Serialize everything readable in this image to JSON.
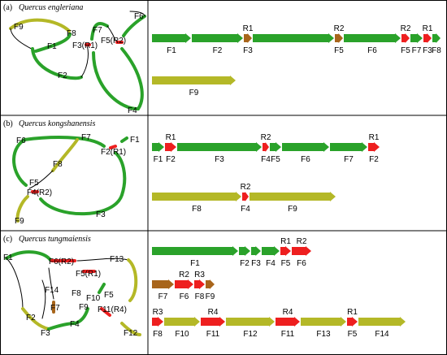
{
  "colors": {
    "green": "#2aa22a",
    "olive": "#b4b827",
    "red": "#ee1f1f",
    "brown": "#a8651b",
    "border": "#000000"
  },
  "panels": [
    {
      "letter": "(a)",
      "species": "Quercus engleriana",
      "graph_labels": [
        "F9",
        "F8",
        "F1",
        "F3(R1)",
        "F7",
        "F5(R2)",
        "F6",
        "F2",
        "F4"
      ],
      "rows": [
        [
          {
            "label": "F1",
            "len": 48,
            "color": "green"
          },
          {
            "label": "F2",
            "len": 63,
            "color": "green"
          },
          {
            "label": "F3",
            "len": 10,
            "color": "brown",
            "above": "R1"
          },
          {
            "label": "",
            "len": 100,
            "color": "green"
          },
          {
            "label": "F5",
            "len": 10,
            "color": "brown",
            "above": "R2"
          },
          {
            "label": "F6",
            "len": 70,
            "color": "green"
          },
          {
            "label": "F5",
            "len": 10,
            "color": "red",
            "above": "R2"
          },
          {
            "label": "F7",
            "len": 15,
            "color": "green"
          },
          {
            "label": "F3",
            "len": 10,
            "color": "red",
            "above": "R1"
          },
          {
            "label": "F8",
            "len": 10,
            "color": "green"
          }
        ],
        [
          {
            "label": "F9",
            "len": 103,
            "color": "olive"
          }
        ]
      ]
    },
    {
      "letter": "(b)",
      "species": "Quercus kongshanensis",
      "graph_labels": [
        "F6",
        "F7",
        "F1",
        "F2(R1)",
        "F8",
        "F5",
        "F4(R2)",
        "F9",
        "F3"
      ],
      "rows": [
        [
          {
            "label": "F1",
            "len": 15,
            "color": "green"
          },
          {
            "label": "F2",
            "len": 14,
            "color": "red",
            "above": "R1"
          },
          {
            "label": "F3",
            "len": 104,
            "color": "green"
          },
          {
            "label": "F4",
            "len": 8,
            "color": "red",
            "above": "R2"
          },
          {
            "label": "F5",
            "len": 14,
            "color": "green"
          },
          {
            "label": "F6",
            "len": 58,
            "color": "green"
          },
          {
            "label": "F7",
            "len": 46,
            "color": "green"
          },
          {
            "label": "F2",
            "len": 14,
            "color": "red",
            "above": "R1"
          }
        ],
        [
          {
            "label": "F8",
            "len": 110,
            "color": "olive"
          },
          {
            "label": "F4",
            "len": 8,
            "color": "red",
            "above": "R2"
          },
          {
            "label": "F9",
            "len": 106,
            "color": "olive"
          }
        ]
      ]
    },
    {
      "letter": "(c)",
      "species": "Quercus tungmaiensis",
      "graph_labels": [
        "F1",
        "F6(R2)",
        "F13",
        "F5(R1)",
        "F14",
        "F8",
        "F10",
        "F5",
        "F9",
        "F11(R4)",
        "F2",
        "F7",
        "F3",
        "F4",
        "F12"
      ],
      "rows": [
        [
          {
            "label": "F1",
            "len": 106,
            "color": "green"
          },
          {
            "label": "F2",
            "len": 14,
            "color": "green"
          },
          {
            "label": "F3",
            "len": 12,
            "color": "green"
          },
          {
            "label": "F4",
            "len": 22,
            "color": "green"
          },
          {
            "label": "F5",
            "len": 13,
            "color": "red",
            "above": "R1"
          },
          {
            "label": "F6",
            "len": 24,
            "color": "red",
            "above": "R2"
          }
        ],
        [
          {
            "label": "F7",
            "len": 27,
            "color": "brown"
          },
          {
            "label": "F6",
            "len": 23,
            "color": "red",
            "above": "R2"
          },
          {
            "label": "F8",
            "len": 13,
            "color": "red",
            "above": "R3"
          },
          {
            "label": "F9",
            "len": 11,
            "color": "brown"
          }
        ],
        [
          {
            "label": "F8",
            "len": 14,
            "color": "red",
            "above": "R3"
          },
          {
            "label": "F10",
            "len": 44,
            "color": "olive"
          },
          {
            "label": "F11",
            "len": 30,
            "color": "red",
            "above": "R4"
          },
          {
            "label": "F12",
            "len": 60,
            "color": "olive"
          },
          {
            "label": "F11",
            "len": 30,
            "color": "red",
            "above": "R4"
          },
          {
            "label": "F13",
            "len": 56,
            "color": "olive"
          },
          {
            "label": "F5",
            "len": 13,
            "color": "red",
            "above": "R1"
          },
          {
            "label": "F14",
            "len": 58,
            "color": "olive"
          }
        ]
      ]
    }
  ]
}
